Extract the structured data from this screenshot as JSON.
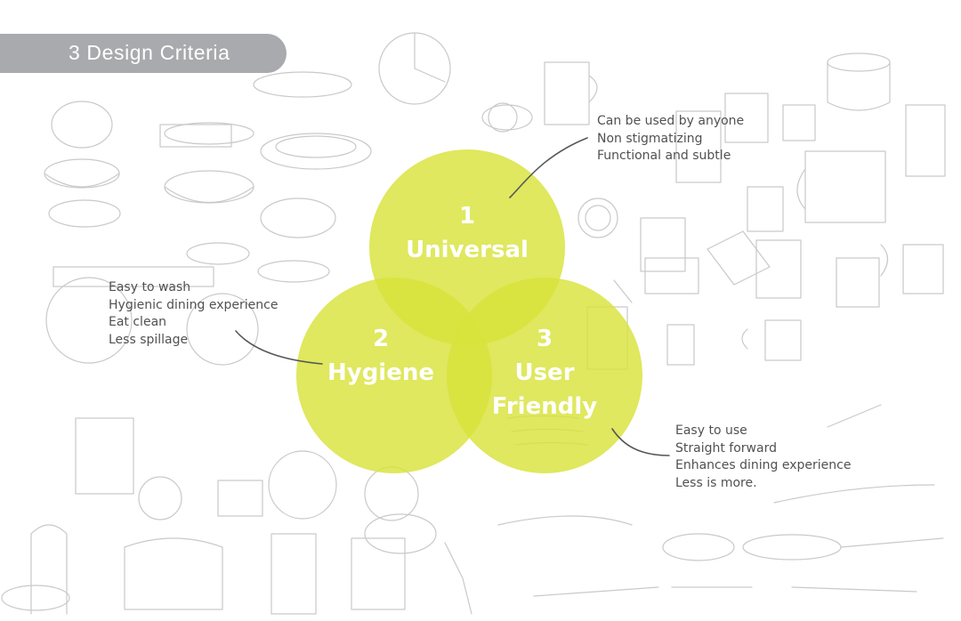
{
  "slide_title": "3 Design Criteria",
  "accent_color": "#d8e33a",
  "criteria": [
    {
      "number": "1",
      "name_lines": [
        "Universal"
      ],
      "notes": [
        "Can be used by anyone",
        "Non stigmatizing",
        "Functional and subtle"
      ]
    },
    {
      "number": "2",
      "name_lines": [
        "Hygiene"
      ],
      "notes": [
        "Easy to wash",
        "Hygienic dining experience",
        "Eat clean",
        "Less spillage"
      ]
    },
    {
      "number": "3",
      "name_lines": [
        "User",
        "Friendly"
      ],
      "notes": [
        "Easy to use",
        "Straight forward",
        "Enhances dining experience",
        "Less is more."
      ]
    }
  ]
}
